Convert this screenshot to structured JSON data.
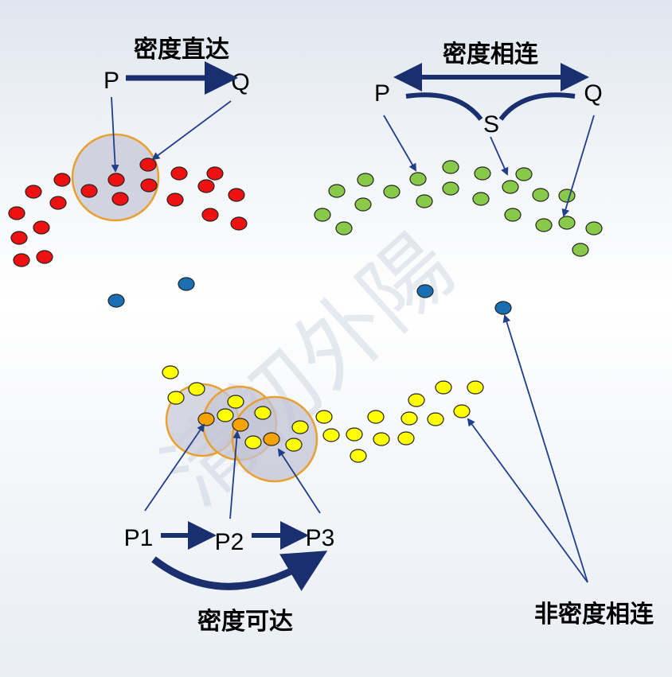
{
  "titles": {
    "direct": "密度直达",
    "connected": "密度相连",
    "reachable": "密度可达",
    "not_connected": "非密度相连"
  },
  "labels": {
    "p_direct": "P",
    "q_direct": "Q",
    "p_connected": "P",
    "q_connected": "Q",
    "s_connected": "S",
    "p1": "P1",
    "p2": "P2",
    "p3": "P3"
  },
  "watermark": "清初外陽",
  "colors": {
    "red": "#ee1111",
    "green": "#88c94a",
    "yellow": "#ffff00",
    "orange": "#f5a300",
    "blue": "#1a6fb3",
    "arrow": "#1f3f8a",
    "thick_arrow": "#1a2f6e",
    "circle_fill": "#c9c9d8",
    "circle_stroke": "#e8a030"
  }
}
